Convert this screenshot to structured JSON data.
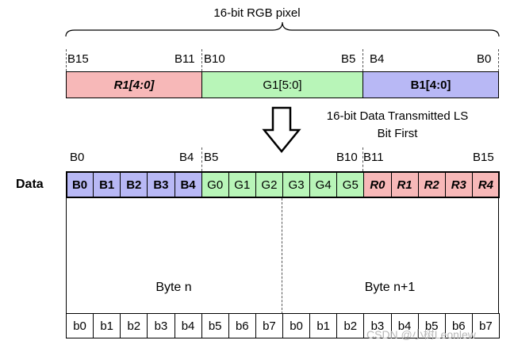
{
  "title": "16-bit RGB pixel",
  "pixel_bit_labels": [
    "B15",
    "B11",
    "B10",
    "B5",
    "B4",
    "B0"
  ],
  "pixel_segments": [
    {
      "label": "R1[4:0]",
      "color": "#f7b8b8",
      "style": "bold-italic"
    },
    {
      "label": "G1[5:0]",
      "color": "#b8f5b8",
      "style": "normal"
    },
    {
      "label": "B1[4:0]",
      "color": "#b8b8f5",
      "style": "bold"
    }
  ],
  "transmit_note": [
    "16-bit Data Transmitted LS",
    "Bit First"
  ],
  "data_bit_labels": [
    "B0",
    "B4",
    "B5",
    "B10",
    "B11",
    "B15"
  ],
  "data_label": "Data",
  "data_cells": [
    {
      "label": "B0",
      "color": "#b8b8f5",
      "style": "bold"
    },
    {
      "label": "B1",
      "color": "#b8b8f5",
      "style": "bold"
    },
    {
      "label": "B2",
      "color": "#b8b8f5",
      "style": "bold"
    },
    {
      "label": "B3",
      "color": "#b8b8f5",
      "style": "bold"
    },
    {
      "label": "B4",
      "color": "#b8b8f5",
      "style": "bold"
    },
    {
      "label": "G0",
      "color": "#b8f5b8",
      "style": "normal"
    },
    {
      "label": "G1",
      "color": "#b8f5b8",
      "style": "normal"
    },
    {
      "label": "G2",
      "color": "#b8f5b8",
      "style": "normal"
    },
    {
      "label": "G3",
      "color": "#b8f5b8",
      "style": "normal"
    },
    {
      "label": "G4",
      "color": "#b8f5b8",
      "style": "normal"
    },
    {
      "label": "G5",
      "color": "#b8f5b8",
      "style": "normal"
    },
    {
      "label": "R0",
      "color": "#f7b8b8",
      "style": "bold-italic"
    },
    {
      "label": "R1",
      "color": "#f7b8b8",
      "style": "bold-italic"
    },
    {
      "label": "R2",
      "color": "#f7b8b8",
      "style": "bold-italic"
    },
    {
      "label": "R3",
      "color": "#f7b8b8",
      "style": "bold-italic"
    },
    {
      "label": "R4",
      "color": "#f7b8b8",
      "style": "bold-italic"
    }
  ],
  "bytes": [
    "Byte n",
    "Byte n+1"
  ],
  "byte_bits": [
    "b0",
    "b1",
    "b2",
    "b3",
    "b4",
    "b5",
    "b6",
    "b7",
    "b0",
    "b1",
    "b2",
    "b3",
    "b4",
    "b5",
    "b6",
    "b7"
  ],
  "watermark": "CSDN @小树Leonlew"
}
